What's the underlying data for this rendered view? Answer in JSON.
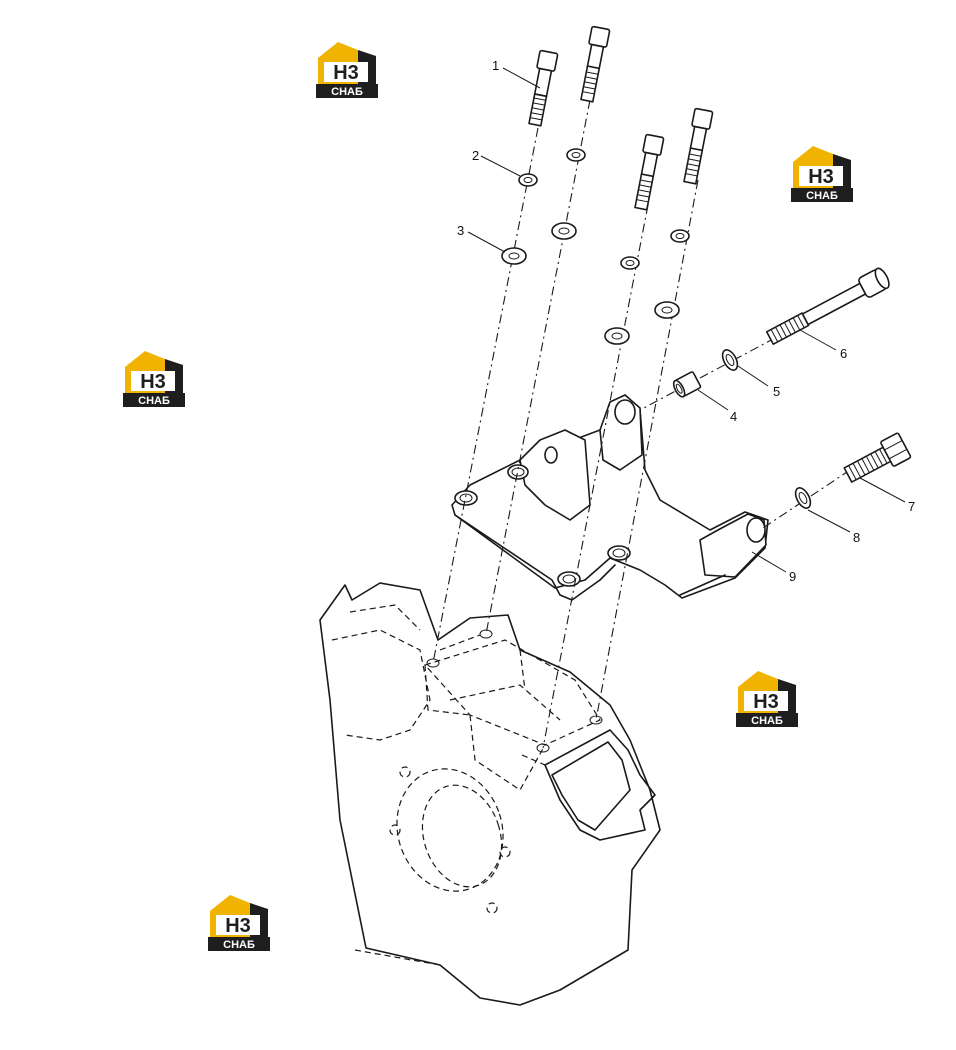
{
  "logo": {
    "mark": "H3",
    "caption": "СНАБ",
    "colors": {
      "accent": "#f0b400",
      "dark": "#1e1e1e",
      "caption_text": "#ffffff"
    }
  },
  "callouts": [
    {
      "id": "1",
      "label": "1"
    },
    {
      "id": "2",
      "label": "2"
    },
    {
      "id": "3",
      "label": "3"
    },
    {
      "id": "4",
      "label": "4"
    },
    {
      "id": "5",
      "label": "5"
    },
    {
      "id": "6",
      "label": "6"
    },
    {
      "id": "7",
      "label": "7"
    },
    {
      "id": "8",
      "label": "8"
    },
    {
      "id": "9",
      "label": "9"
    }
  ]
}
